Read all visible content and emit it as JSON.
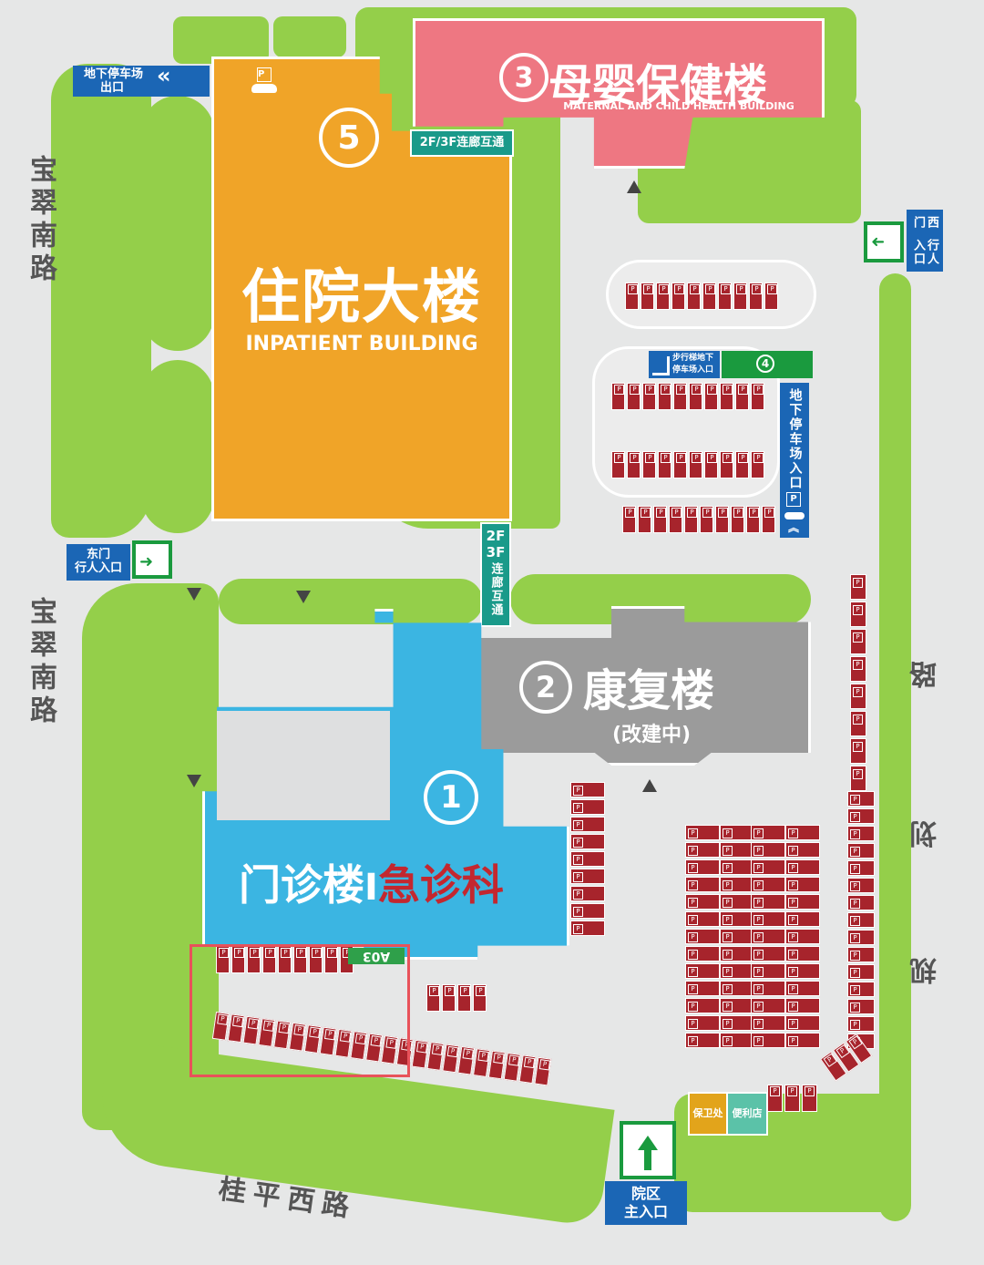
{
  "buildings": {
    "inpatient": {
      "num": "5",
      "name_cn": "住院大楼",
      "name_en": "INPATIENT BUILDING"
    },
    "maternal": {
      "num": "3",
      "name_cn": "母婴保健楼",
      "name_en": "MATERNAL AND CHILD HEALTH BUILDING"
    },
    "rehab": {
      "num": "2",
      "name_cn": "康复楼",
      "note": "(改建中)"
    },
    "outpatient": {
      "num": "1",
      "name_cn": "门诊楼",
      "emergency": "急诊科"
    }
  },
  "corridor": {
    "top": "2F/3F连廊互通",
    "vertical_cn": "连廊互通",
    "f2": "2F",
    "f3": "3F"
  },
  "signs": {
    "parking_exit": {
      "line1": "地下停车场",
      "line2": "出口",
      "arrows": "«",
      "p": "P"
    },
    "east_gate": {
      "line1": "东门",
      "line2": "行人入口"
    },
    "west_gate": {
      "line1": "西门",
      "line2": "行人入口"
    },
    "parking_entry": {
      "text": "地下停车场入口",
      "p": "P"
    },
    "walk_parking": {
      "line1": "步行梯地下",
      "line2": "停车场入口",
      "num": "4"
    },
    "main_gate": {
      "line1": "院区",
      "line2": "主入口"
    },
    "area_label": "A03"
  },
  "roads": {
    "baocui_top": "宝翠南路",
    "baocui_bottom": "宝翠南路",
    "guiping": "桂平西路",
    "east_road": [
      "路",
      "划",
      "规"
    ]
  },
  "facilities": {
    "security": "保卫处",
    "store": "便利店"
  },
  "colors": {
    "green": "#94cf4a",
    "inpatient": "#f0a428",
    "maternal": "#ee7782",
    "outpatient": "#3bb5e2",
    "rehab": "#9b9b9b",
    "parking": "#a7242c",
    "sign_blue": "#1b66b5",
    "sign_green": "#1a9a3e",
    "highlight": "#e8525a"
  }
}
